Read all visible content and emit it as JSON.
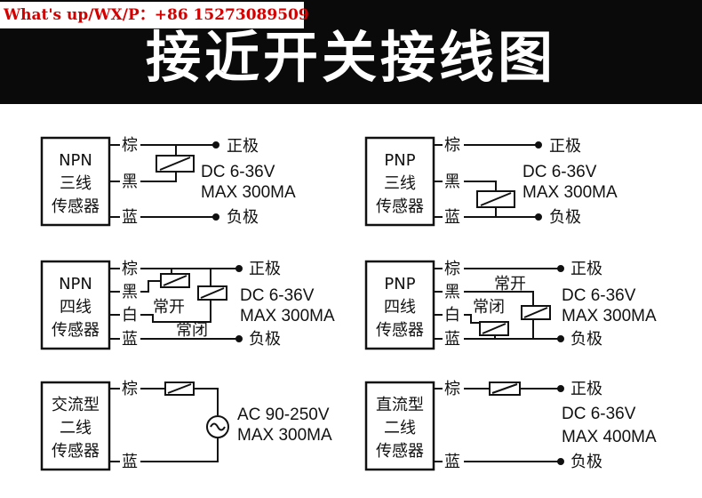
{
  "header": {
    "watermark": "What's up/WX/P：+86 15273089509",
    "title": "接近开关接线图"
  },
  "wires": {
    "brown": "棕",
    "black": "黑",
    "white": "白",
    "blue": "蓝"
  },
  "terminals": {
    "positive": "正极",
    "negative": "负极"
  },
  "contacts": {
    "no": "常开",
    "nc": "常闭"
  },
  "panels": {
    "npn3": {
      "line1": "NPN",
      "line2": "三线",
      "line3": "传感器",
      "spec1": "DC 6-36V",
      "spec2": "MAX 300MA"
    },
    "pnp3": {
      "line1": "PNP",
      "line2": "三线",
      "line3": "传感器",
      "spec1": "DC 6-36V",
      "spec2": "MAX 300MA"
    },
    "npn4": {
      "line1": "NPN",
      "line2": "四线",
      "line3": "传感器",
      "spec1": "DC 6-36V",
      "spec2": "MAX 300MA"
    },
    "pnp4": {
      "line1": "PNP",
      "line2": "四线",
      "line3": "传感器",
      "spec1": "DC 6-36V",
      "spec2": "MAX 300MA"
    },
    "ac2": {
      "line1": "交流型",
      "line2": "二线",
      "line3": "传感器",
      "spec1": "AC 90-250V",
      "spec2": "MAX 300MA"
    },
    "dc2": {
      "line1": "直流型",
      "line2": "二线",
      "line3": "传感器",
      "spec1": "DC 6-36V",
      "spec2": "MAX 400MA"
    }
  },
  "icons": {
    "relay": "relay-coil-icon",
    "ac_source": "ac-source-icon",
    "load": "load-resistor-icon"
  },
  "colors": {
    "header_bg": "#0a0a0a",
    "title": "#ffffff",
    "watermark": "#d40000",
    "line": "#111111"
  }
}
